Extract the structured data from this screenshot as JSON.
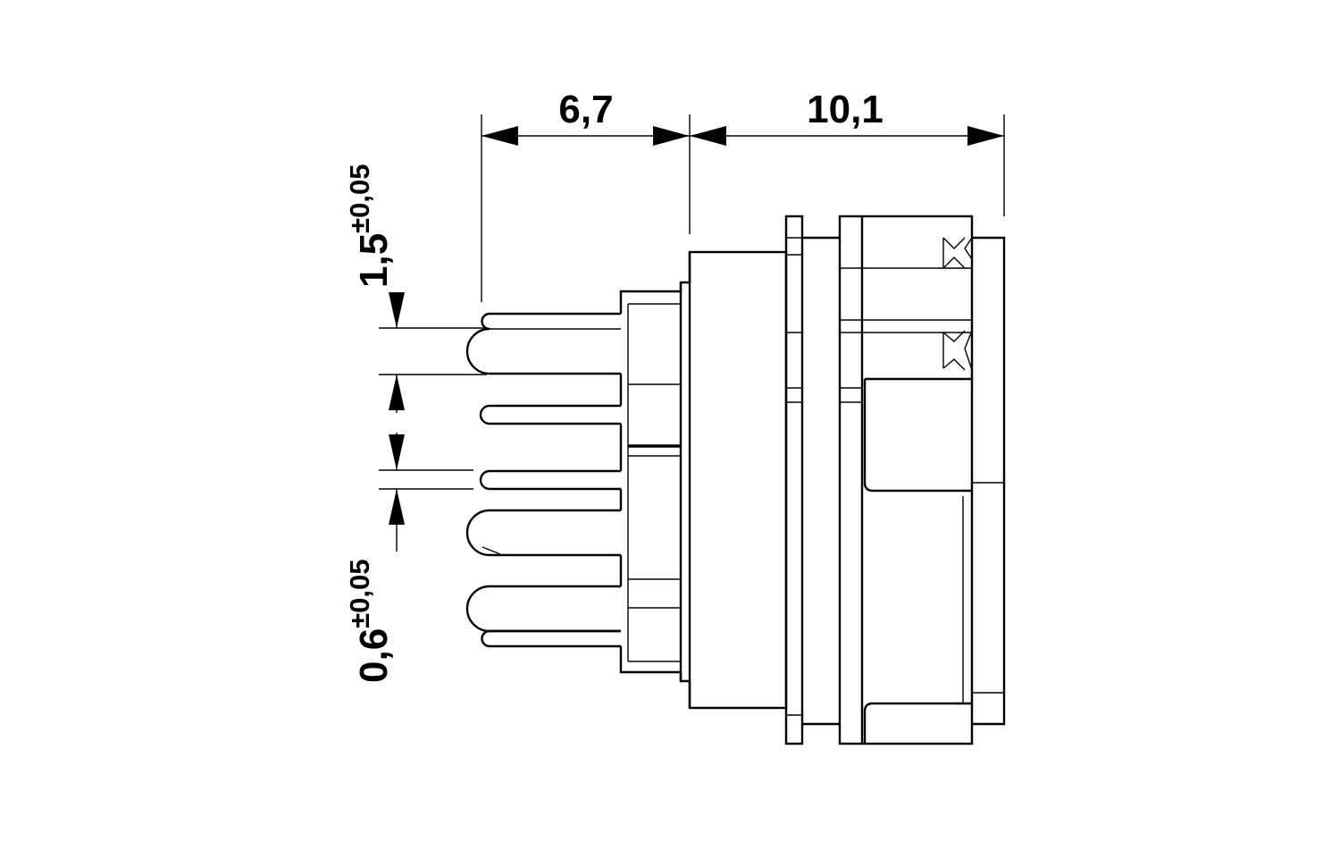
{
  "drawing": {
    "dimensions": {
      "pin_length": "6,7",
      "body_length": "10,1",
      "pin_pitch": {
        "value": "1,5",
        "tolerance": "±0,05"
      },
      "pin_diameter": {
        "value": "0,6",
        "tolerance": "±0,05"
      }
    }
  }
}
